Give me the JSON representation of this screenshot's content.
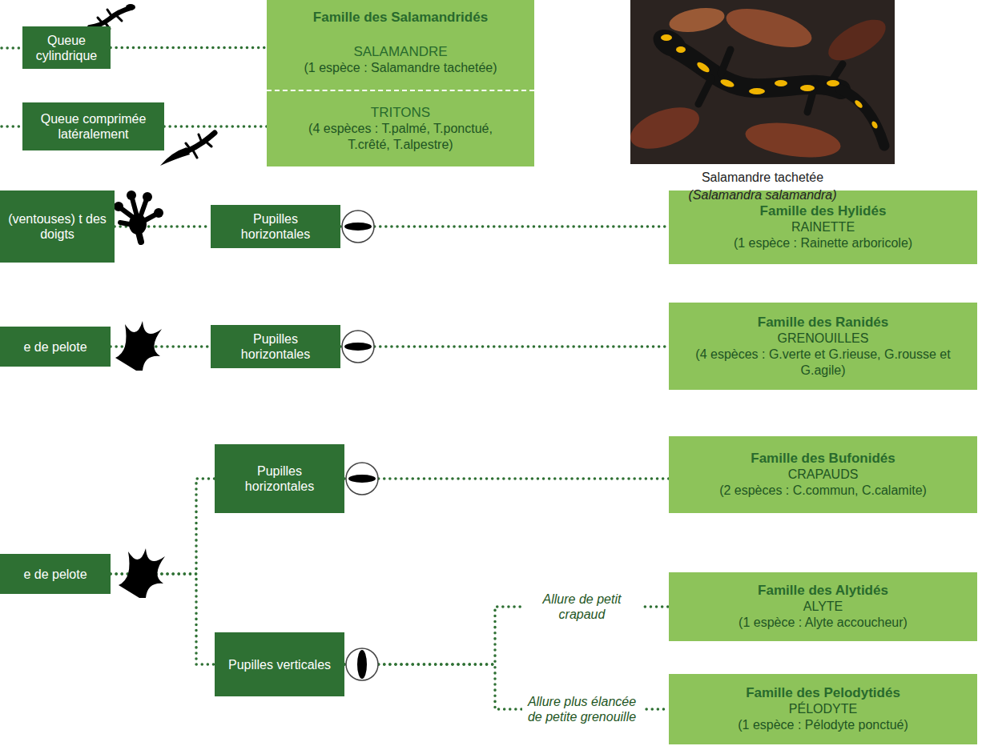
{
  "diagram": {
    "nodes": [
      {
        "text": [
          "Queue cylindrique"
        ]
      },
      {
        "text": [
          "Queue comprimée latéralement"
        ]
      },
      {
        "text": [
          "Famille des Salamandridés"
        ]
      },
      {
        "text": [
          "SALAMANDRE",
          "(1 espèce : Salamandre tachetée)"
        ],
        "in": 2
      },
      {
        "text": [
          "TRITONS",
          "(4 espèces : T.palmé, T.ponctué, T.crêté, T.alpestre)"
        ],
        "in": 2
      },
      {
        "text": [
          "(ventouses) t des doigts"
        ]
      },
      {
        "text": [
          "Pupilles horizontales"
        ]
      },
      {
        "text": [
          "Famille des Hylidés",
          "RAINETTE",
          "(1 espèce : Rainette arboricole)"
        ]
      },
      {
        "text": [
          "e de pelote"
        ]
      },
      {
        "text": [
          "Pupilles horizontales"
        ]
      },
      {
        "text": [
          "Famille des Ranidés",
          "GRENOUILLES",
          "(4 espèces : G.verte et G.rieuse, G.rousse et G.agile)"
        ]
      },
      {
        "text": [
          "e de pelote"
        ]
      },
      {
        "text": [
          "Pupilles horizontales"
        ]
      },
      {
        "text": [
          "Famille des Bufonidés",
          "CRAPAUDS",
          "(2 espèces : C.commun, C.calamite)"
        ]
      },
      {
        "text": [
          "Pupilles verticales"
        ]
      },
      {
        "text": [
          "Famille des Alytidés",
          "ALYTE",
          "(1 espèce : Alyte accoucheur)"
        ]
      },
      {
        "text": [
          "Famille des Pelodytidés",
          "PÉLODYTE",
          "(1 espèce : Pélodyte ponctué)"
        ]
      }
    ],
    "edges": [
      {
        "from": 0,
        "to": 3,
        "arrow": "none"
      },
      {
        "from": 1,
        "to": 4,
        "arrow": "none"
      },
      {
        "from": 5,
        "to": 6,
        "arrow": "none"
      },
      {
        "from": 6,
        "to": 7,
        "arrow": "none"
      },
      {
        "from": 8,
        "to": 9,
        "arrow": "none"
      },
      {
        "from": 9,
        "to": 10,
        "arrow": "none"
      },
      {
        "from": 11,
        "to": 12,
        "arrow": "none"
      },
      {
        "from": 11,
        "to": 14,
        "arrow": "none"
      },
      {
        "from": 12,
        "to": 13,
        "arrow": "none"
      },
      {
        "from": 14,
        "to": 15,
        "label": "Allure de petit crapaud",
        "arrow": "none"
      },
      {
        "from": 14,
        "to": 16,
        "label": "Allure plus élancée de petite grenouille",
        "arrow": "none"
      }
    ],
    "labels": [
      "Salamandre tachetée",
      "(Salamandra salamandra)"
    ]
  }
}
